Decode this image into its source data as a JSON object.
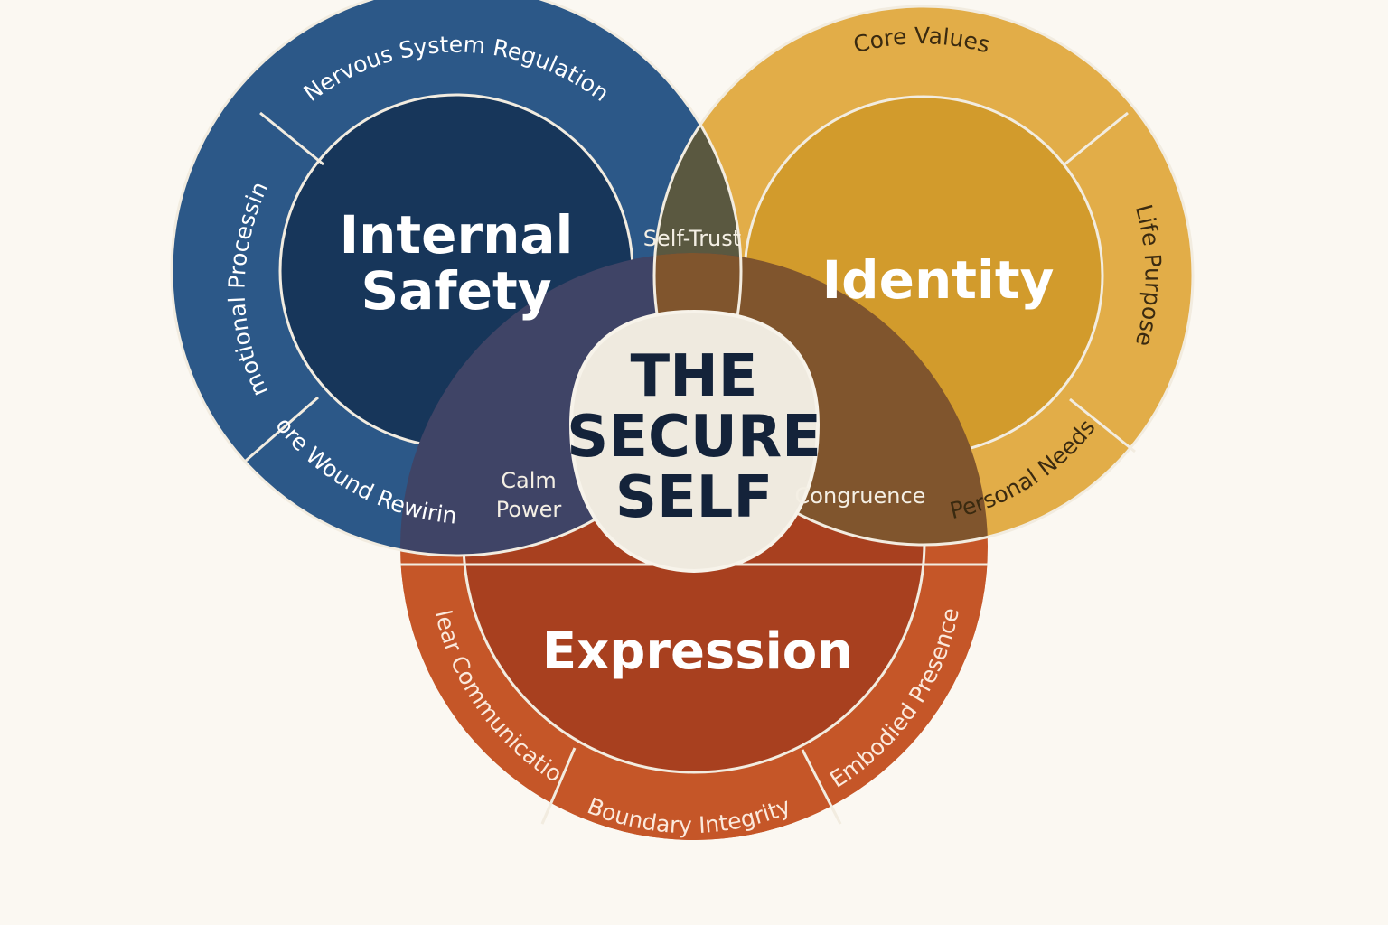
{
  "colors": {
    "background": "#fbf8f2",
    "safety_outer": "#2c5888",
    "safety_inner": "#17365a",
    "identity_outer": "#e2ad48",
    "identity_inner": "#d29b2c",
    "expression_outer": "#c55628",
    "expression_inner": "#a8401f",
    "overlap_safety_identity": "#5a5840",
    "overlap_safety_expression": "#3f4466",
    "overlap_identity_expression": "#80552d",
    "center": "#efeadf",
    "divider": "#f2ece0"
  },
  "circles": {
    "internal_safety": {
      "title_line1": "Internal",
      "title_line2": "Safety",
      "ring_items": [
        "Nervous System Regulation",
        "Emotional Processing",
        "Core Wound Rewiring"
      ]
    },
    "identity": {
      "title": "Identity",
      "ring_items": [
        "Core Values",
        "Life Purpose",
        "Personal Needs"
      ]
    },
    "expression": {
      "title": "Expression",
      "ring_items": [
        "Clear Communication",
        "Boundary Integrity",
        "Embodied Presence"
      ]
    }
  },
  "overlaps": {
    "safety_identity": "Self-Trust",
    "safety_expression_line1": "Calm",
    "safety_expression_line2": "Power",
    "identity_expression": "Congruence"
  },
  "center": {
    "line1": "THE",
    "line2": "SECURE",
    "line3": "SELF"
  }
}
